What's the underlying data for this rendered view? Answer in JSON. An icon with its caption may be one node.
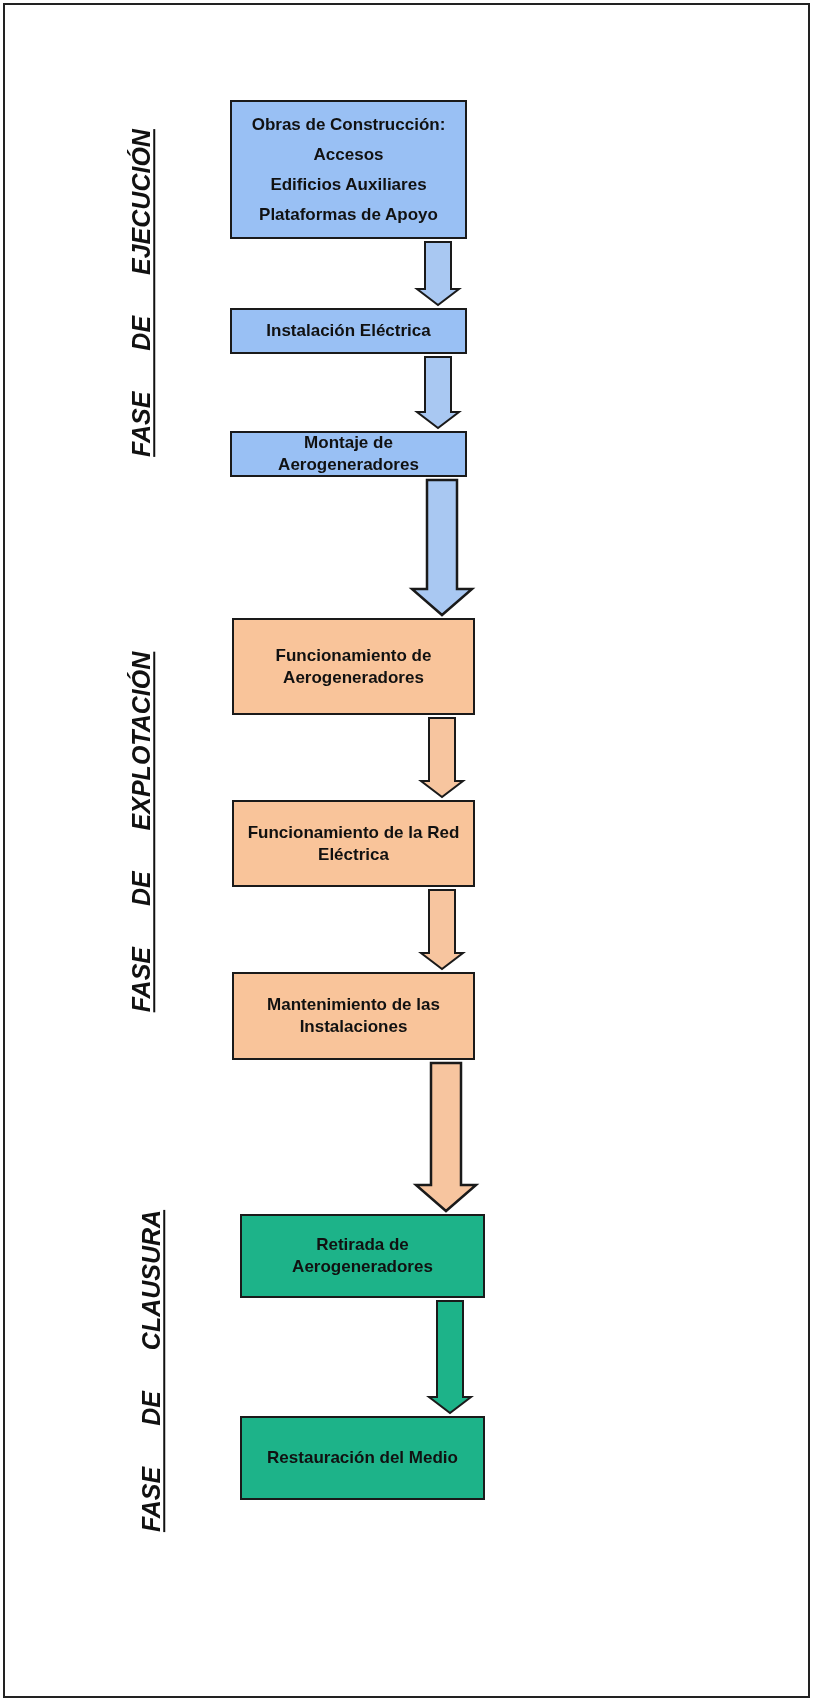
{
  "diagram": {
    "nodes": [
      {
        "text": [
          "Obras de Construcción:",
          "Accesos",
          "Edificios Auxiliares",
          "Plataformas de Apoyo"
        ]
      },
      {
        "text": [
          "Instalación Eléctrica"
        ]
      },
      {
        "text": [
          "Montaje de Aerogeneradores"
        ]
      },
      {
        "text": [
          "Funcionamiento de Aerogeneradores"
        ]
      },
      {
        "text": [
          "Funcionamiento de la Red Eléctrica"
        ]
      },
      {
        "text": [
          "Mantenimiento de las Instalaciones"
        ]
      },
      {
        "text": [
          "Retirada de Aerogeneradores"
        ]
      },
      {
        "text": [
          "Restauración del Medio"
        ]
      }
    ],
    "edges": [
      {
        "from": 0,
        "to": 1,
        "arrow": "to",
        "color": "#a9c8f2"
      },
      {
        "from": 1,
        "to": 2,
        "arrow": "to",
        "color": "#a9c8f2"
      },
      {
        "from": 2,
        "to": 3,
        "arrow": "to",
        "style": "thick",
        "color": "#a9c8f2"
      },
      {
        "from": 3,
        "to": 4,
        "arrow": "to",
        "color": "#f7c59f"
      },
      {
        "from": 4,
        "to": 5,
        "arrow": "to",
        "color": "#f7c59f"
      },
      {
        "from": 5,
        "to": 6,
        "arrow": "to",
        "style": "thick",
        "color": "#f7c59f"
      },
      {
        "from": 6,
        "to": 7,
        "arrow": "to",
        "color": "#1db389"
      }
    ],
    "labels": [
      "FASE DE EJECUCIÓN",
      "FASE DE EXPLOTACIÓN",
      "FASE DE CLAUSURA"
    ]
  }
}
